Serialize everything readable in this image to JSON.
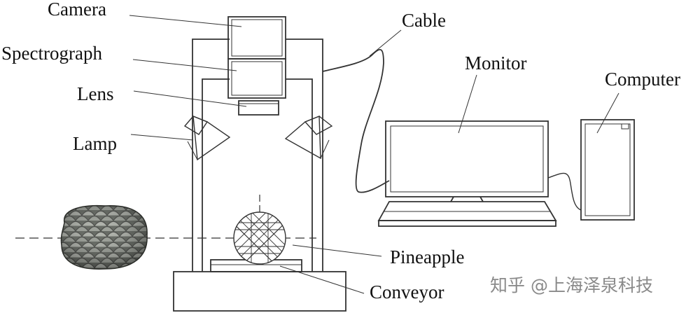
{
  "labels": {
    "camera": "Camera",
    "spectrograph": "Spectrograph",
    "lens": "Lens",
    "lamp": "Lamp",
    "cable": "Cable",
    "monitor": "Monitor",
    "computer": "Computer",
    "pineapple": "Pineapple",
    "conveyor": "Conveyor"
  },
  "watermark": "知乎 @上海泽泉科技",
  "colors": {
    "line": "#333333",
    "pineapple_fruit": "#5a5f55",
    "watermark": "#8a8a8a"
  }
}
